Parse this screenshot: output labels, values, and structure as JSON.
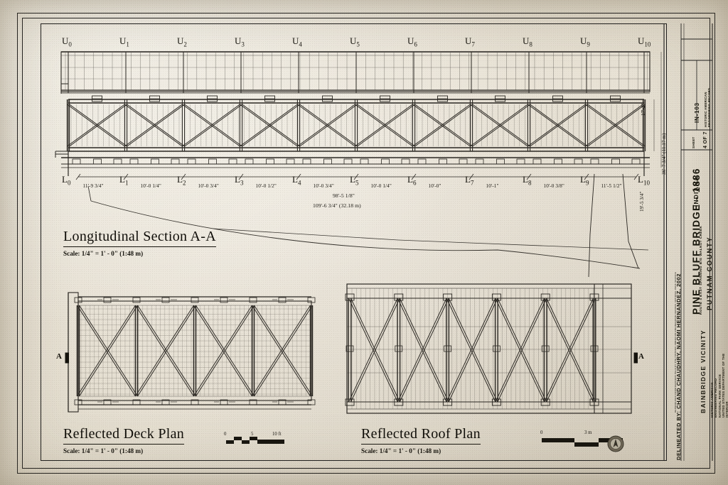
{
  "sheet": {
    "drawing_type": "HAER measured drawing",
    "paper_color": "#e9e3d6",
    "ink_color": "#1a1a1a"
  },
  "title_block": {
    "bridge_name": "PINE BLUFF BRIDGE - 1886",
    "bridge_subtitle": "ROUTE 4 EAST SPANNING BIG WALNUT CREEK",
    "county": "PUTNAM COUNTY",
    "vicinity": "BAINBRIDGE VICINITY",
    "state": "INDIANA",
    "credit": "DELINEATED BY:  CHAND CHAUDHRY, NAOMI HERNANDEZ, 2002",
    "agency_lines": "HISTORIC AMERICAN\nENGINEERING RECORD\nNATIONAL PARK SERVICE\nUNITED STATES DEPARTMENT OF THE INTERIOR",
    "record_label": "HISTORIC AMERICAN\nENGINEERING RECORD",
    "record_code": "IN-103",
    "sheet_label": "SHEET",
    "sheet_number": "4 OF 7",
    "footer_fine": "REPRODUCED FROM RECORDS HELD BY THE HISTORIC AMERICAN ENGINEERING RECORD, NATIONAL PARK SERVICE"
  },
  "views": [
    {
      "id": "longitudinal-section",
      "title": "Longitudinal Section  A-A",
      "scale": "Scale: 1/4\" = 1' - 0\" (1:48 m)"
    },
    {
      "id": "reflected-deck-plan",
      "title": "Reflected Deck Plan",
      "scale": "Scale: 1/4\" = 1' - 0\" (1:48 m)"
    },
    {
      "id": "reflected-roof-plan",
      "title": "Reflected Roof Plan",
      "scale": "Scale: 1/4\" = 1' - 0\" (1:48 m)"
    }
  ],
  "truss": {
    "upper_nodes": [
      "U0",
      "U1",
      "U2",
      "U3",
      "U4",
      "U5",
      "U6",
      "U7",
      "U8",
      "U9",
      "U10"
    ],
    "lower_nodes": [
      "L0",
      "L1",
      "L2",
      "L3",
      "L4",
      "L5",
      "L6",
      "L7",
      "L8",
      "L9",
      "L10"
    ],
    "panel_dimensions": [
      "11'-9 3/4\"",
      "10'-0 1/4\"",
      "10'-0 3/4\"",
      "10'-0 1/2\"",
      "10'-0 3/4\"",
      "10'-0 1/4\"",
      "10'-0\"",
      "10'-1\"",
      "10'-0 3/8\"",
      "11'-5 1/2\""
    ],
    "overall_truss_length": "98'-5 1/8\"",
    "overall_bridge_length": "109'-6 3/4\" (32.18 m)",
    "height_dimensions": [
      "17'-2\"",
      "36'-7 3/4\" (11.17 m)",
      "19'-5 3/4\""
    ]
  },
  "section_markers": {
    "left": "A",
    "right": "A"
  },
  "scale_bars": {
    "feet": {
      "ticks": [
        "0",
        "5",
        "10 ft"
      ]
    },
    "meters": {
      "ticks": [
        "0",
        "3 m"
      ]
    }
  }
}
